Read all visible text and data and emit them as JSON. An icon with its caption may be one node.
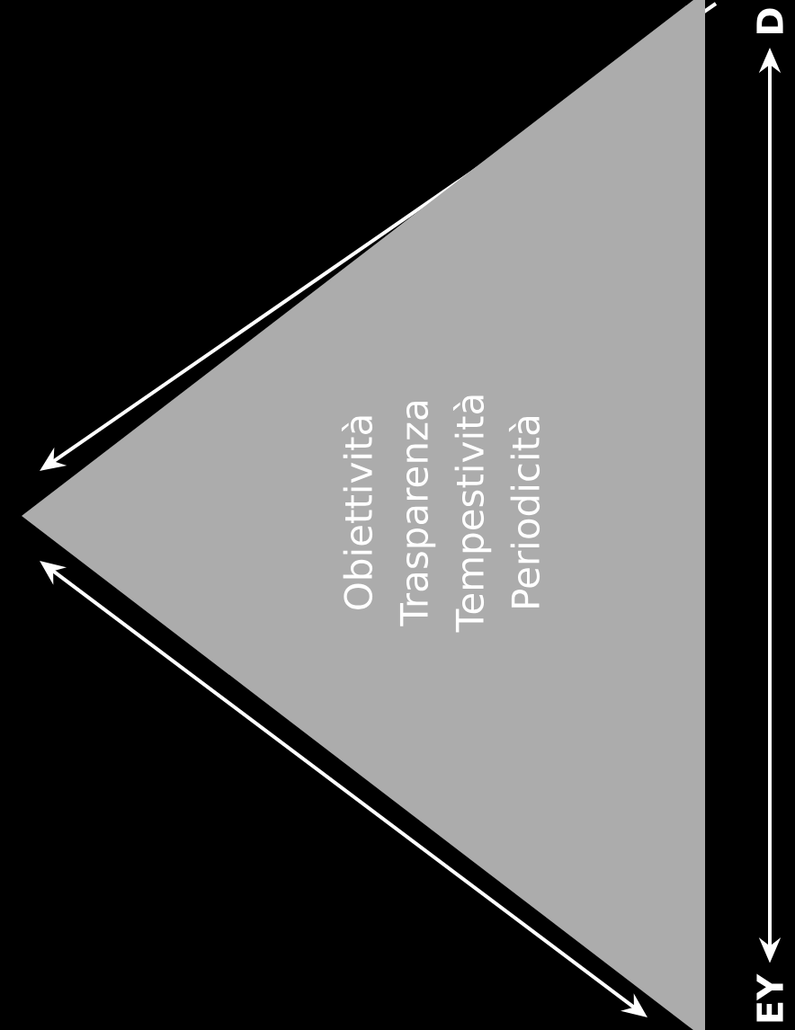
{
  "diagram": {
    "nodes": [
      {
        "text": [
          "Obiettività",
          "Trasparenza",
          "Tempestività",
          "Periodicità"
        ]
      },
      {
        "text": [
          "D"
        ]
      },
      {
        "text": [
          "EY"
        ]
      }
    ],
    "edges": [
      {
        "from": 1,
        "to": 2,
        "arrow": "both"
      }
    ]
  }
}
